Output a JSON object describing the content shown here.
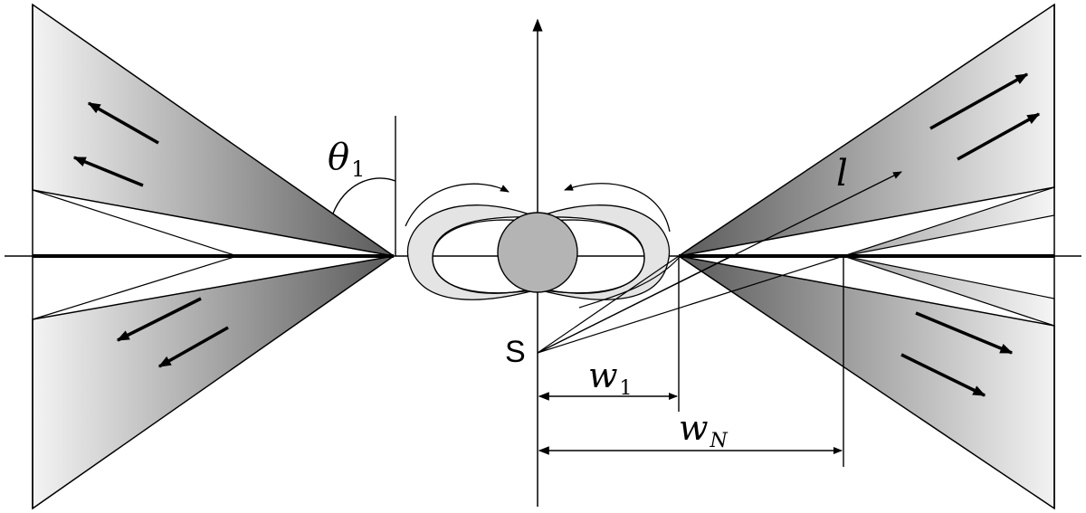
{
  "labels": {
    "theta": "θ",
    "theta_sub": "1",
    "l": "l",
    "s": "S",
    "w1": "w",
    "w1_sub": "1",
    "wN": "w",
    "wN_sub": "N"
  },
  "colors": {
    "line": "#000000",
    "cone_dark": "#5a5a5a",
    "cone_light": "#f2f2f2",
    "loop_fill": "#e4e4e4",
    "sphere_fill": "#b4b4b4",
    "background": "#ffffff"
  }
}
